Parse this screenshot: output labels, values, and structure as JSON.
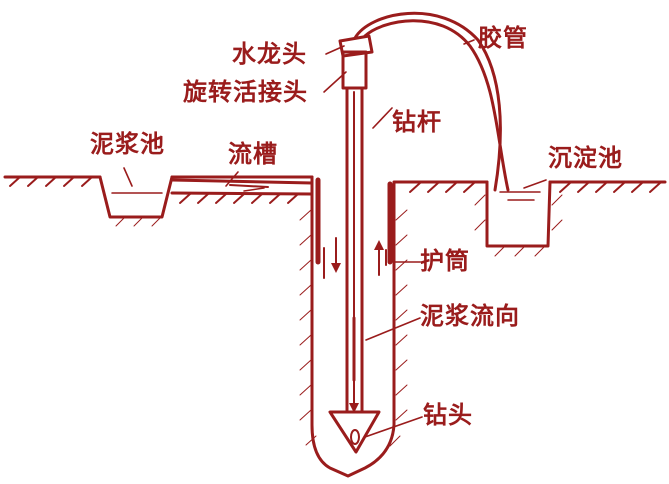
{
  "diagram": {
    "labels": {
      "faucet": "水龙头",
      "hose": "胶管",
      "swivel": "旋转活接头",
      "drill_pipe": "钻杆",
      "mud_pit": "泥浆池",
      "channel": "流槽",
      "settling_tank": "沉淀池",
      "casing": "护筒",
      "mud_flow": "泥浆流向",
      "drill_bit": "钻头"
    },
    "ink_color": "#9a1c1c"
  }
}
